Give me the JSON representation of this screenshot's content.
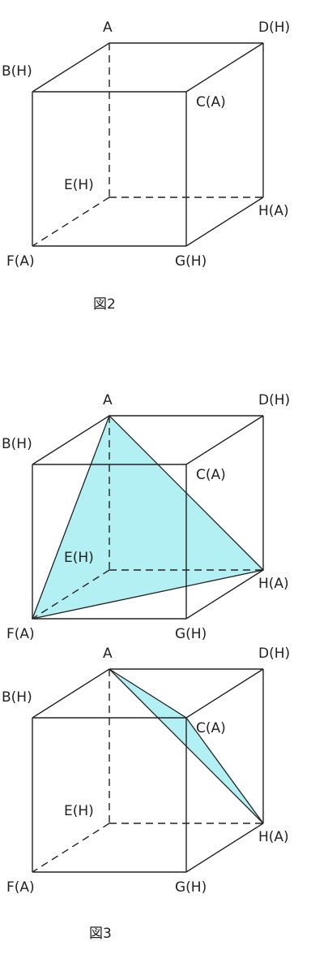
{
  "colors": {
    "line": "#222222",
    "fill": "#b3f0f3",
    "background": "#ffffff"
  },
  "figures": [
    {
      "labels": {
        "A": "A",
        "D": "D(H)",
        "B": "B(H)",
        "C": "C(A)",
        "E": "E(H)",
        "H": "H(A)",
        "F": "F(A)",
        "G": "G(H)"
      },
      "caption": "図2",
      "triangle": []
    },
    {
      "labels": {
        "A": "A",
        "D": "D(H)",
        "B": "B(H)",
        "C": "C(A)",
        "E": "E(H)",
        "H": "H(A)",
        "F": "F(A)",
        "G": "G(H)"
      },
      "caption": "",
      "triangle": [
        "A",
        "F",
        "H"
      ]
    },
    {
      "labels": {
        "A": "A",
        "D": "D(H)",
        "B": "B(H)",
        "C": "C(A)",
        "E": "E(H)",
        "H": "H(A)",
        "F": "F(A)",
        "G": "G(H)"
      },
      "caption": "図3",
      "triangle": [
        "A",
        "C",
        "H"
      ]
    }
  ]
}
